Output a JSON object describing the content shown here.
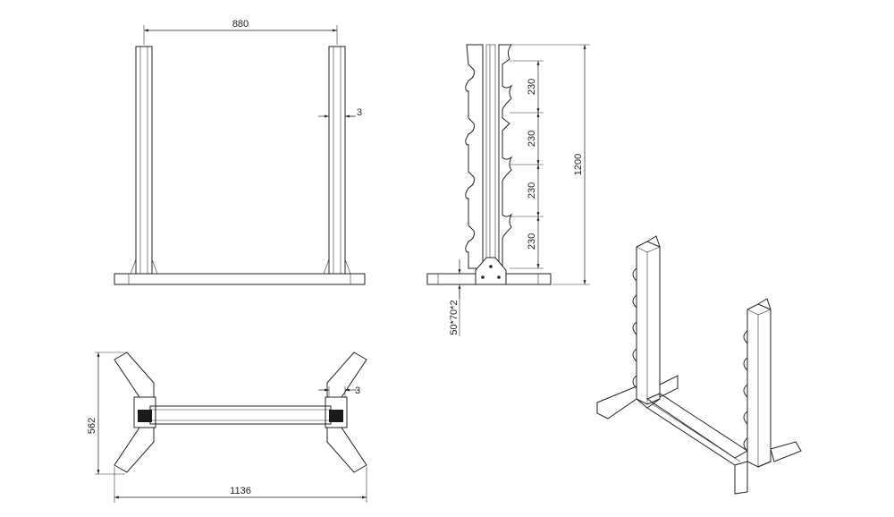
{
  "front_view": {
    "width_label": "880",
    "thickness_label": "3"
  },
  "side_view": {
    "spacing_labels": [
      "230",
      "230",
      "230",
      "230"
    ],
    "height_label": "1200",
    "tube_label": "50*70*2"
  },
  "top_view": {
    "depth_label": "562",
    "width_label": "1136",
    "thickness_label": "3"
  }
}
